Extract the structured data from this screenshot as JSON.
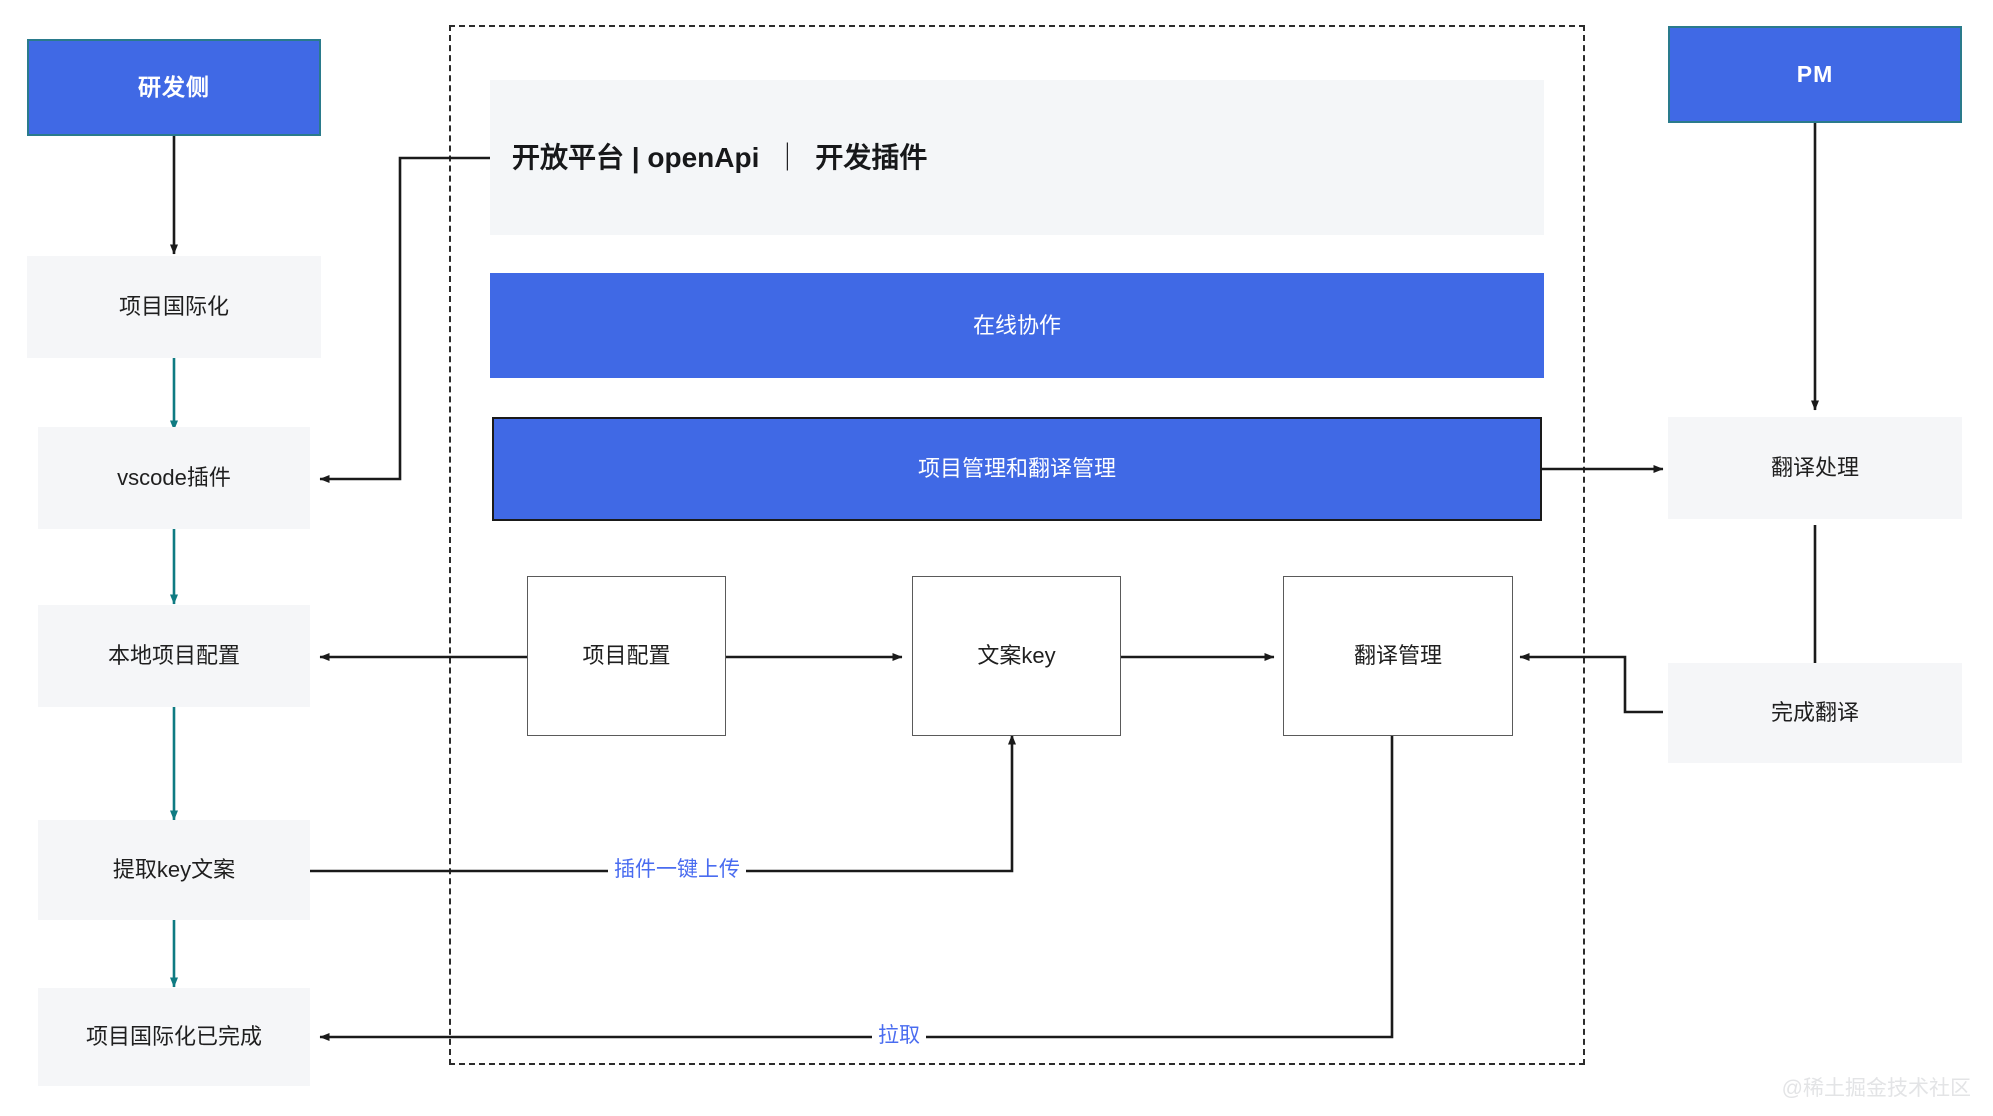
{
  "diagram": {
    "title_watermark": "@稀土掘金技术社区",
    "colors": {
      "brand_blue": "#4069e5",
      "node_gray": "#f5f6f8",
      "teal_arrow": "#0f7b82",
      "black_arrow": "#1a1a1a",
      "label_blue": "#4a6cf0",
      "dashed_border": "#2b2b2b",
      "blue_node_border": "#2a7b8c"
    },
    "left_lane": {
      "header": "研发侧",
      "steps": [
        "项目国际化",
        "vscode插件",
        "本地项目配置",
        "提取key文案",
        "项目国际化已完成"
      ]
    },
    "platform": {
      "banner": {
        "part1": "开放平台 | openApi",
        "divider": "｜",
        "part2": "开发插件"
      },
      "bars": [
        "在线协作",
        "项目管理和翻译管理"
      ],
      "flow_nodes": [
        "项目配置",
        "文案key",
        "翻译管理"
      ]
    },
    "right_lane": {
      "header": "PM",
      "steps": [
        "翻译处理",
        "完成翻译"
      ]
    },
    "edge_labels": {
      "upload": "插件一键上传",
      "pull": "拉取"
    }
  }
}
